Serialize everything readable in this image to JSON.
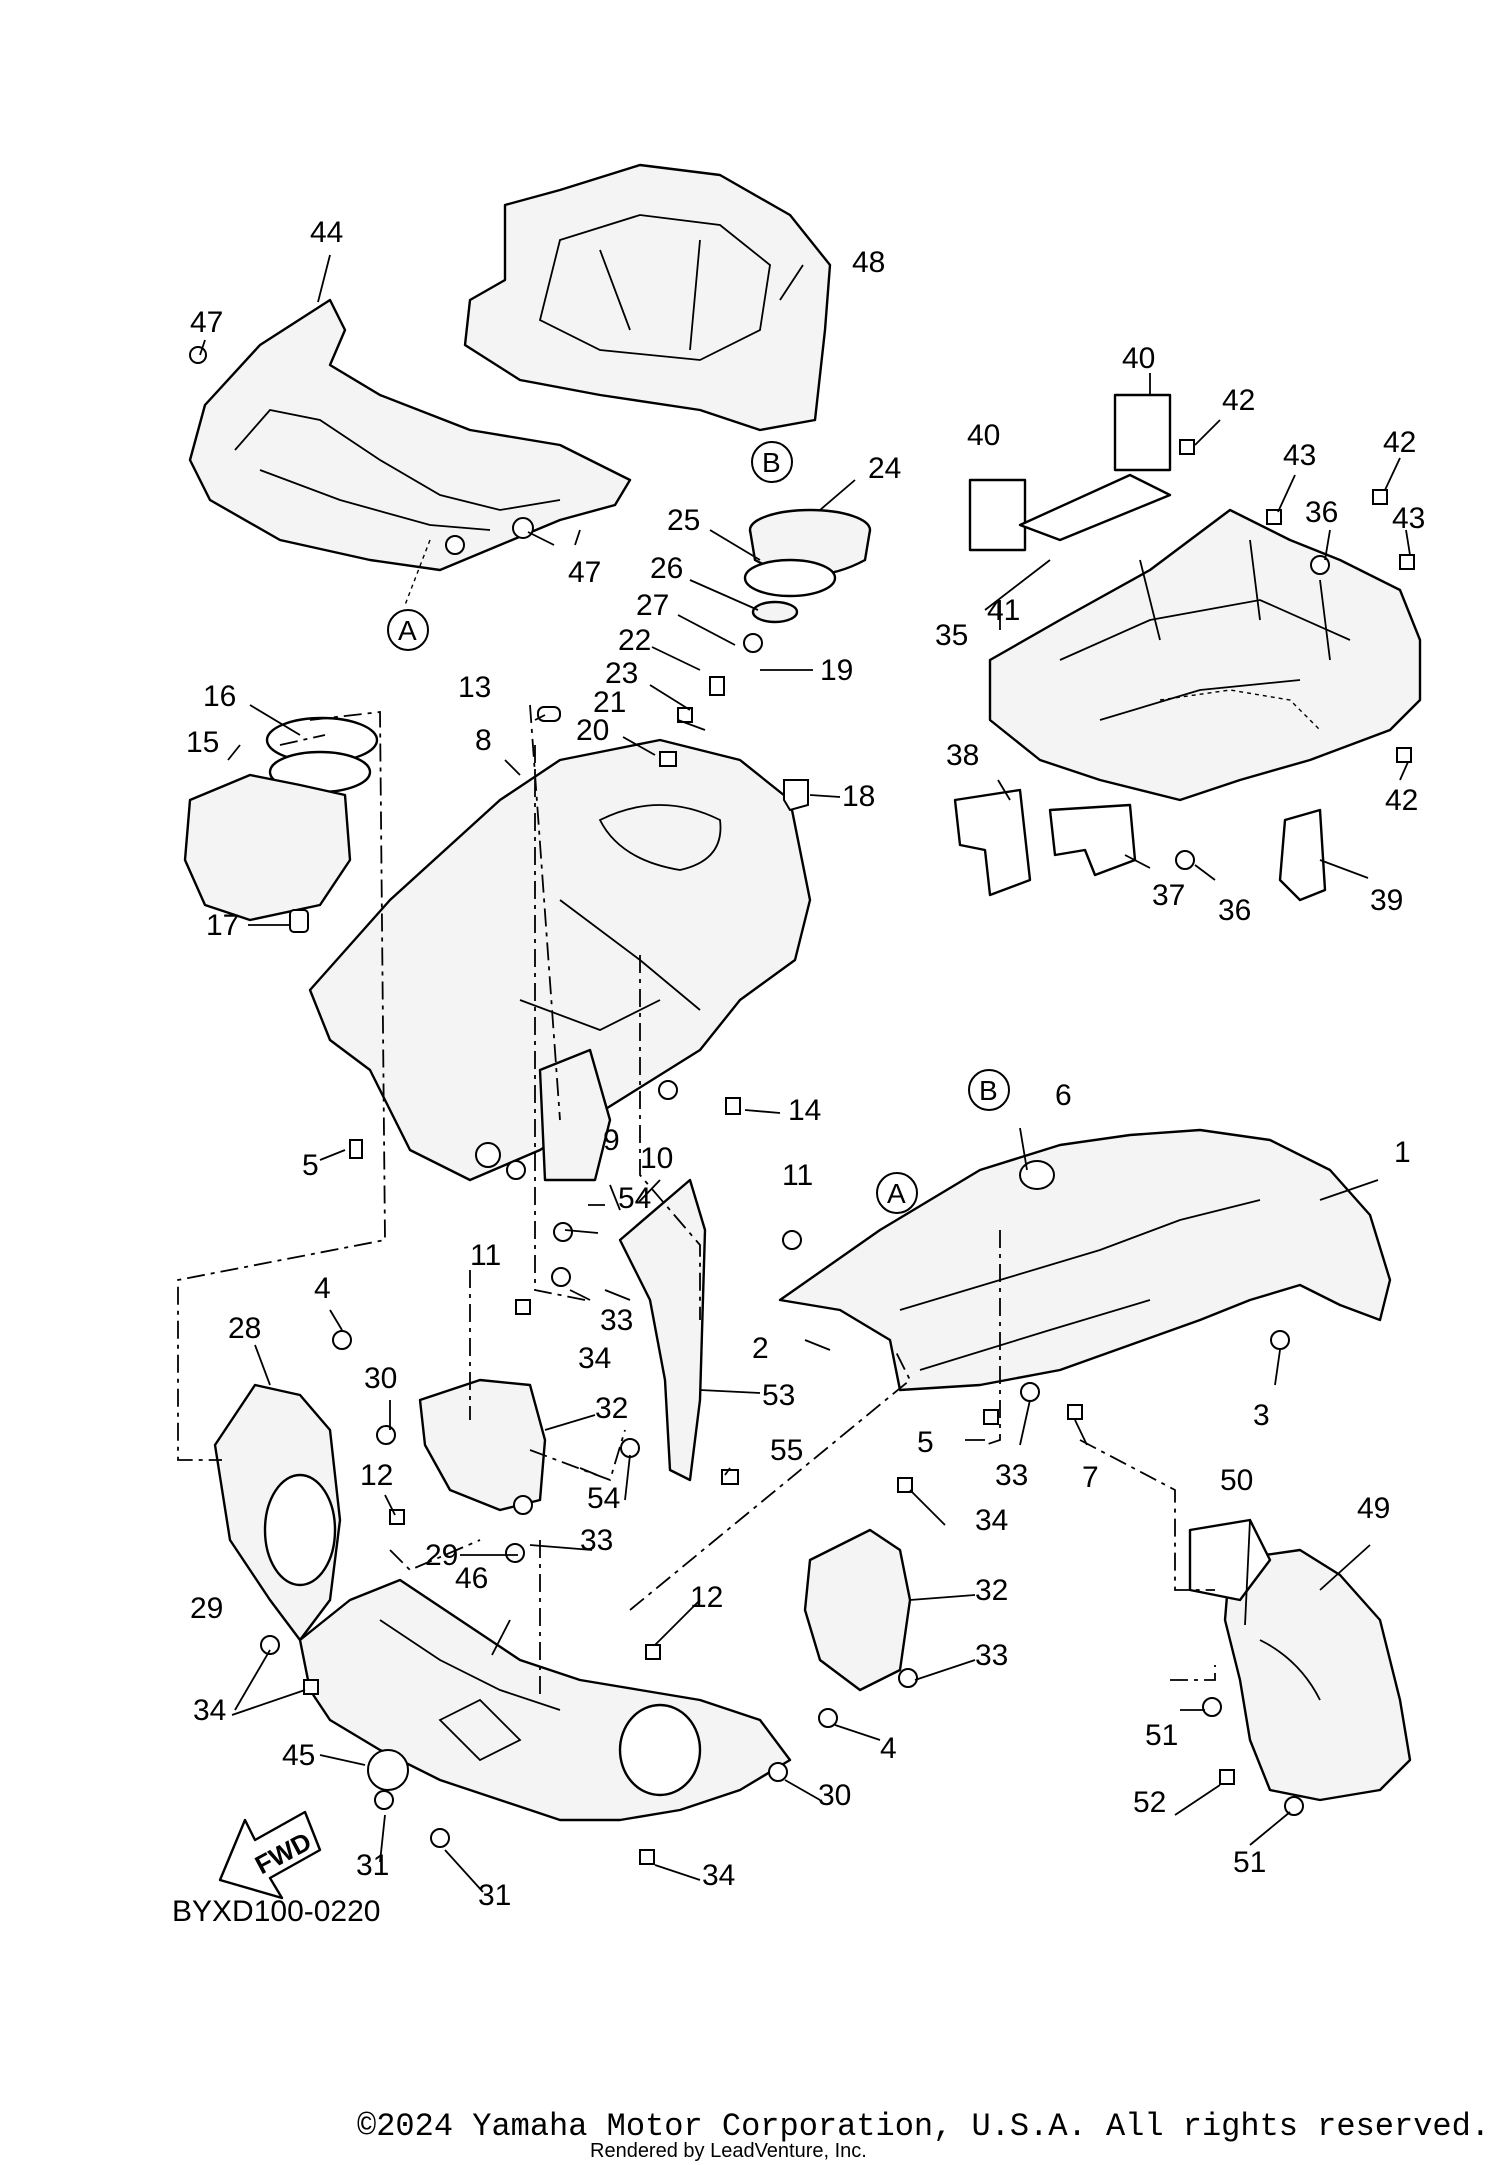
{
  "diagram": {
    "drawing_code": "BYXD100-0220",
    "copyright": "©2024 Yamaha Motor Corporation, U.S.A. All rights reserved.",
    "rendered_by": "Rendered by LeadVenture, Inc.",
    "fwd_label": "FWD",
    "reference_letters": [
      "A",
      "B"
    ],
    "callouts": [
      "1",
      "2",
      "3",
      "4",
      "5",
      "6",
      "7",
      "8",
      "9",
      "10",
      "11",
      "12",
      "13",
      "14",
      "15",
      "16",
      "17",
      "18",
      "19",
      "20",
      "21",
      "22",
      "23",
      "24",
      "25",
      "26",
      "27",
      "28",
      "29",
      "30",
      "31",
      "32",
      "33",
      "34",
      "35",
      "36",
      "37",
      "38",
      "39",
      "40",
      "41",
      "42",
      "43",
      "44",
      "45",
      "46",
      "47",
      "48",
      "49",
      "50",
      "51",
      "52",
      "53",
      "54",
      "55"
    ]
  }
}
